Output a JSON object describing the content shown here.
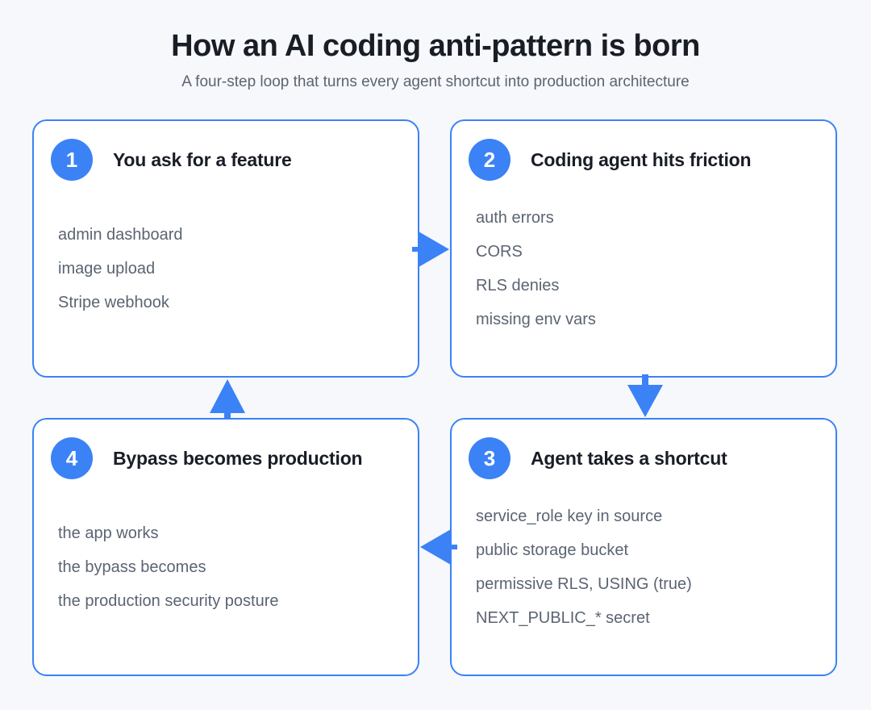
{
  "header": {
    "title": "How an AI coding anti-pattern is born",
    "subtitle": "A four-step loop that turns every agent shortcut into production architecture"
  },
  "steps": [
    {
      "number": "1",
      "title": "You ask for a feature",
      "items": [
        "admin dashboard",
        "image upload",
        "Stripe webhook"
      ]
    },
    {
      "number": "2",
      "title": "Coding agent hits friction",
      "items": [
        "auth errors",
        "CORS",
        "RLS denies",
        "missing env vars"
      ]
    },
    {
      "number": "3",
      "title": "Agent takes a shortcut",
      "items": [
        "service_role key in source",
        "public storage bucket",
        "permissive RLS, USING (true)",
        "NEXT_PUBLIC_* secret"
      ]
    },
    {
      "number": "4",
      "title": "Bypass becomes production",
      "items": [
        "the app works",
        "the bypass becomes",
        "the production security posture"
      ]
    }
  ],
  "arrows": [
    {
      "icon": "arrow-right-icon",
      "from": "1",
      "to": "2"
    },
    {
      "icon": "arrow-down-icon",
      "from": "2",
      "to": "3"
    },
    {
      "icon": "arrow-left-icon",
      "from": "3",
      "to": "4"
    },
    {
      "icon": "arrow-up-icon",
      "from": "4",
      "to": "1"
    }
  ],
  "colors": {
    "accent": "#3b82f6",
    "background": "#f6f8fb",
    "card_background": "#ffffff",
    "heading_text": "#191d25",
    "muted_text": "#5b6472"
  }
}
